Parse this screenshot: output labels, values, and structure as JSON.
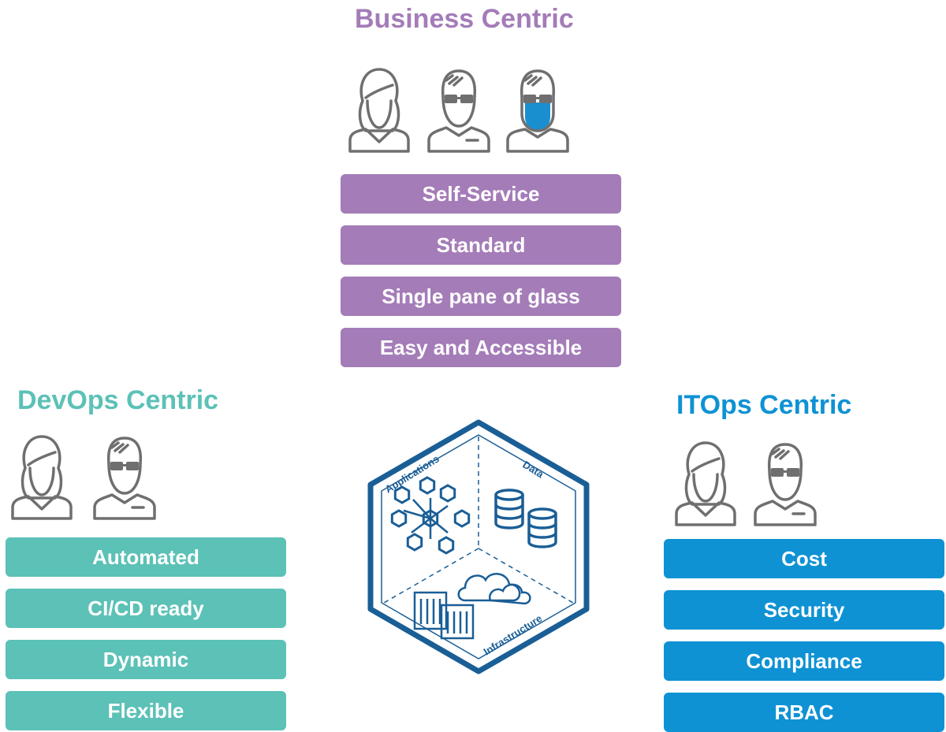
{
  "business": {
    "title": "Business Centric",
    "color": "#a47cb8",
    "items": [
      "Self-Service",
      "Standard",
      "Single pane of glass",
      "Easy and Accessible"
    ]
  },
  "devops": {
    "title": "DevOps Centric",
    "color": "#5cc1b7",
    "items": [
      "Automated",
      "CI/CD ready",
      "Dynamic",
      "Flexible"
    ]
  },
  "itops": {
    "title": "ITOps Centric",
    "color": "#0e92d4",
    "items": [
      "Cost",
      "Security",
      "Compliance",
      "RBAC"
    ]
  },
  "hexagon": {
    "color": "#1a5e96",
    "segments": [
      "Applications",
      "Data",
      "Infrastructure"
    ]
  }
}
